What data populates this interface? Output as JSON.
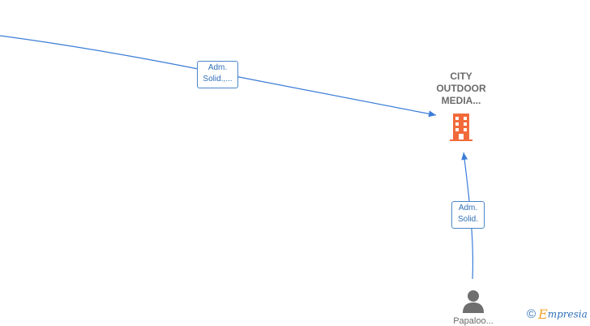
{
  "colors": {
    "edge": "#3b7dd8",
    "edge_label_border": "#4a86c8",
    "edge_label_text": "#2f6fb7",
    "company_icon": "#f26a3a",
    "person_icon": "#6f6f6f",
    "node_text": "#6a6a6a",
    "brand_blue": "#2f6fb7",
    "brand_orange": "#f0a531"
  },
  "company": {
    "name_lines": [
      "CITY",
      "OUTDOOR",
      "MEDIA..."
    ],
    "icon": "building-icon"
  },
  "person": {
    "name": "Papaloo...",
    "icon": "person-icon"
  },
  "edges": [
    {
      "label_lines": [
        "Adm.",
        "Solid.,..."
      ]
    },
    {
      "label_lines": [
        "Adm.",
        "Solid."
      ]
    }
  ],
  "brand": {
    "symbol": "©",
    "initial": "E",
    "rest": "mpresia"
  }
}
